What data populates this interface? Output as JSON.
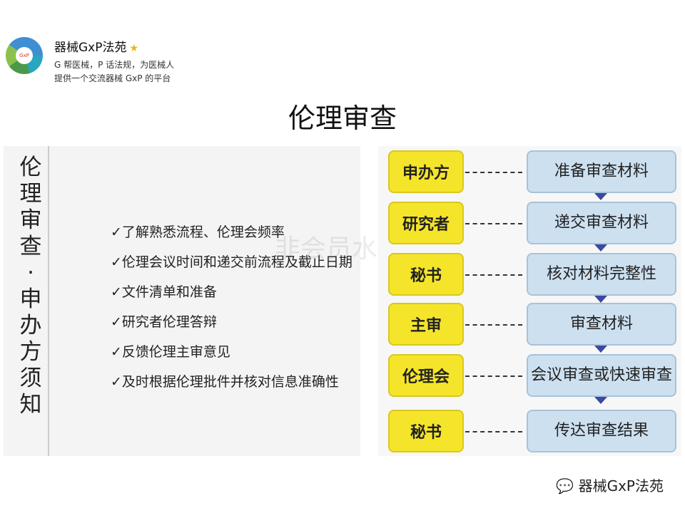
{
  "header": {
    "account_name": "器械GxP法苑",
    "description": "G 帮医械，P 话法规，为医械人提供一个交流器械 GxP 的平台",
    "logo_text": "GxP"
  },
  "slide": {
    "title": "伦理审查",
    "side_title": "伦理审查·申办方须知",
    "checklist": [
      "✓了解熟悉流程、伦理会频率",
      "✓伦理会议时间和递交前流程及截止日期",
      "✓文件清单和准备",
      "✓研究者伦理答辩",
      "✓反馈伦理主审意见",
      "✓及时根据伦理批件并核对信息准确性"
    ],
    "watermark": "非会员水印",
    "flow": [
      {
        "role": "申办方",
        "step": "准备审查材料"
      },
      {
        "role": "研究者",
        "step": "递交审查材料"
      },
      {
        "role": "秘书",
        "step": "核对材料完整性"
      },
      {
        "role": "主审",
        "step": "审查材料"
      },
      {
        "role": "伦理会",
        "step": "会议审查或快速审查"
      },
      {
        "role": "秘书",
        "step": "传达审查结果"
      }
    ]
  },
  "footer": {
    "brand": "器械GxP法苑"
  }
}
